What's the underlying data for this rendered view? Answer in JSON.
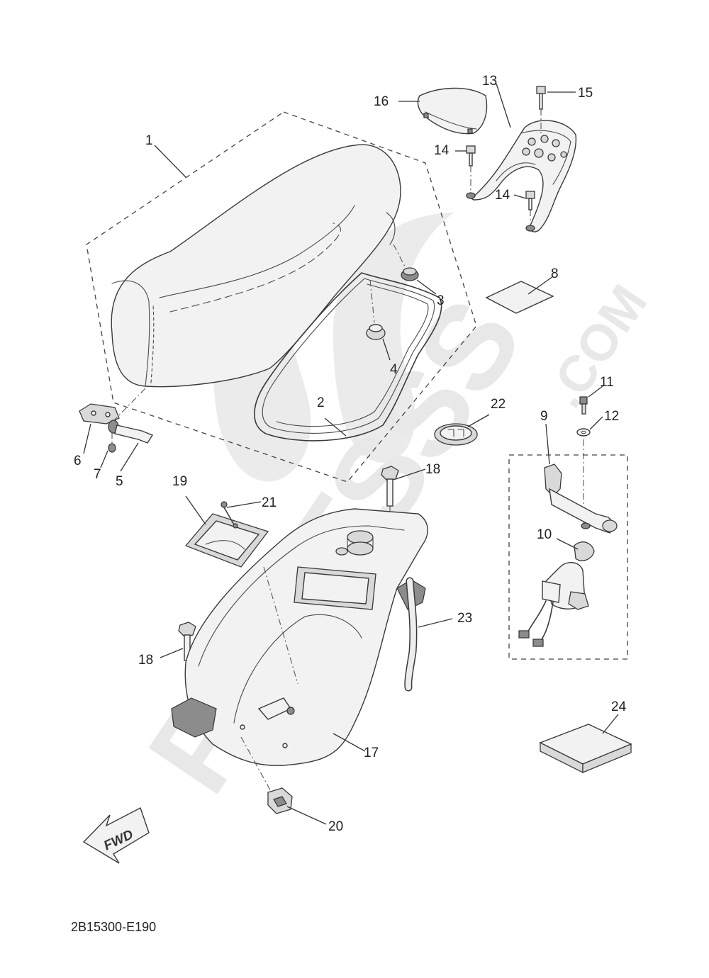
{
  "diagram": {
    "code": "2B15300-E190",
    "direction_marker": "FWD",
    "watermark": {
      "brand_text": "PARTSSS",
      "suffix_text": ".COM"
    },
    "callouts": [
      "1",
      "2",
      "3",
      "4",
      "5",
      "6",
      "7",
      "8",
      "9",
      "10",
      "11",
      "12",
      "13",
      "14",
      "14",
      "15",
      "16",
      "17",
      "18",
      "18",
      "19",
      "20",
      "21",
      "22",
      "23",
      "24"
    ]
  }
}
